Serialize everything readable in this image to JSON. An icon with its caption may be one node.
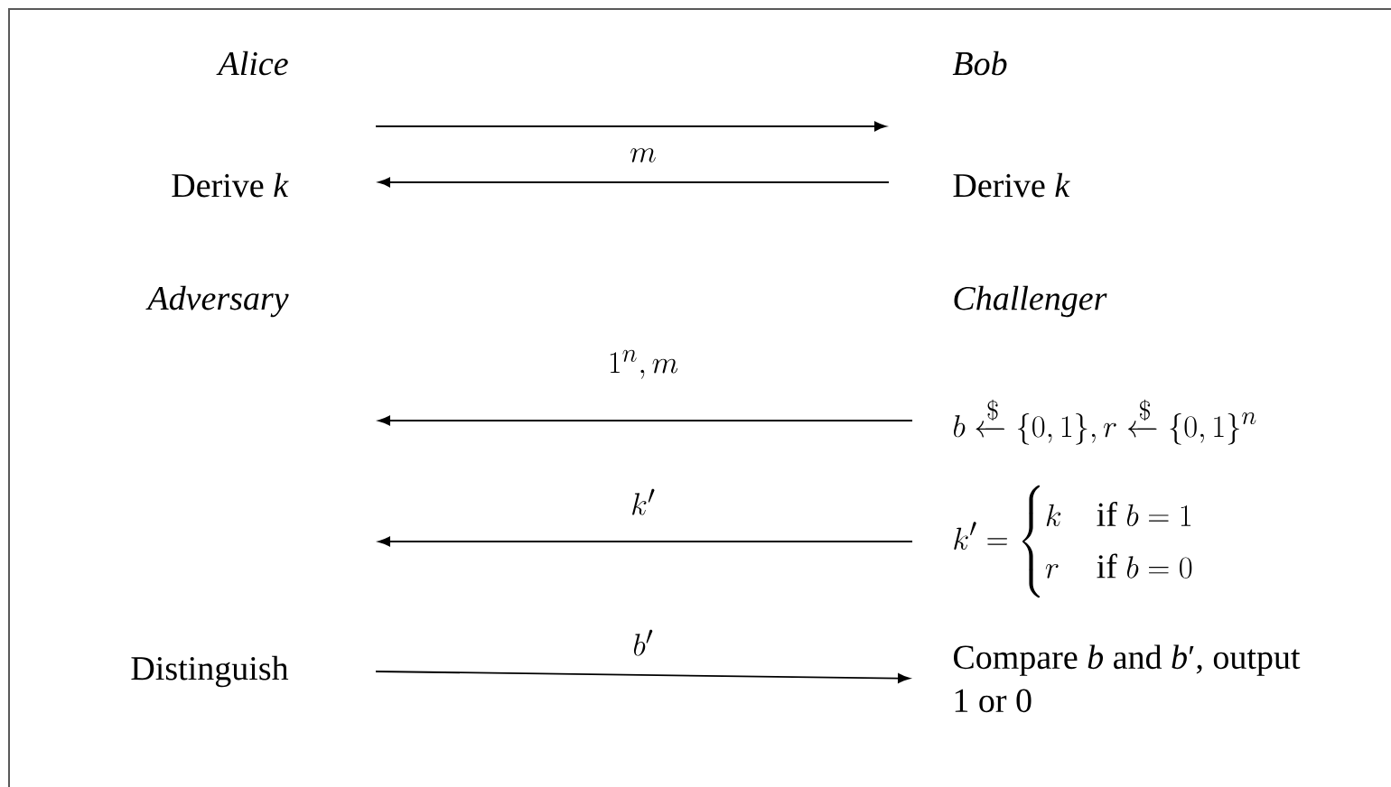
{
  "diagram": {
    "nodes": [
      {
        "text": [
          "Alice"
        ]
      },
      {
        "text": [
          "Bob"
        ]
      },
      {
        "text": [
          "Derive *k*"
        ]
      },
      {
        "text": [
          "Derive *k*"
        ]
      },
      {
        "text": [
          "Adversary"
        ]
      },
      {
        "text": [
          "Challenger"
        ]
      },
      {
        "text": [
          "b \\xleftarrow{\\$} \\{0,1\\}, r \\xleftarrow{\\$} \\{0,1\\}^n"
        ]
      },
      {
        "text": [
          "k' = \\begin{cases} k & \\text{if } b = 1 \\\\ r & \\text{if } b = 0 \\end{cases}"
        ]
      },
      {
        "text": [
          "Distinguish"
        ]
      },
      {
        "text": [
          "Compare *b* and *b*′, output 1 or 0"
        ]
      }
    ],
    "edges": [
      {
        "from": 2,
        "to": 3,
        "arrow": "to"
      },
      {
        "from": 3,
        "to": 2,
        "arrow": "to",
        "label": "m"
      },
      {
        "from": 6,
        "to": null,
        "arrow": "to",
        "label": "1^n, m"
      },
      {
        "from": 7,
        "to": null,
        "arrow": "to",
        "label": "k'"
      },
      {
        "from": 8,
        "to": 9,
        "arrow": "to",
        "label": "b'"
      }
    ]
  }
}
